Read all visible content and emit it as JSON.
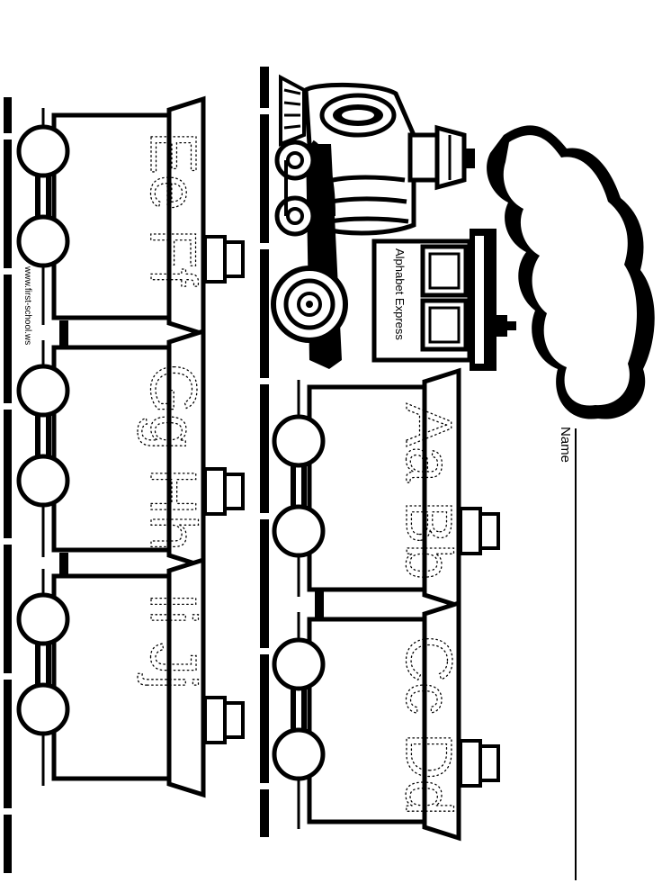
{
  "worksheet": {
    "name_label": "Name",
    "engine_label": "Alphabet Express",
    "website": "www.first-school.ws"
  },
  "cars": [
    {
      "text": "Aa Bb"
    },
    {
      "text": "Cc Dd"
    },
    {
      "text": "Ee Ff"
    },
    {
      "text": "Gg Hh"
    },
    {
      "text": "Ii Jj"
    }
  ],
  "colors": {
    "ink": "#000000",
    "paper": "#ffffff"
  }
}
